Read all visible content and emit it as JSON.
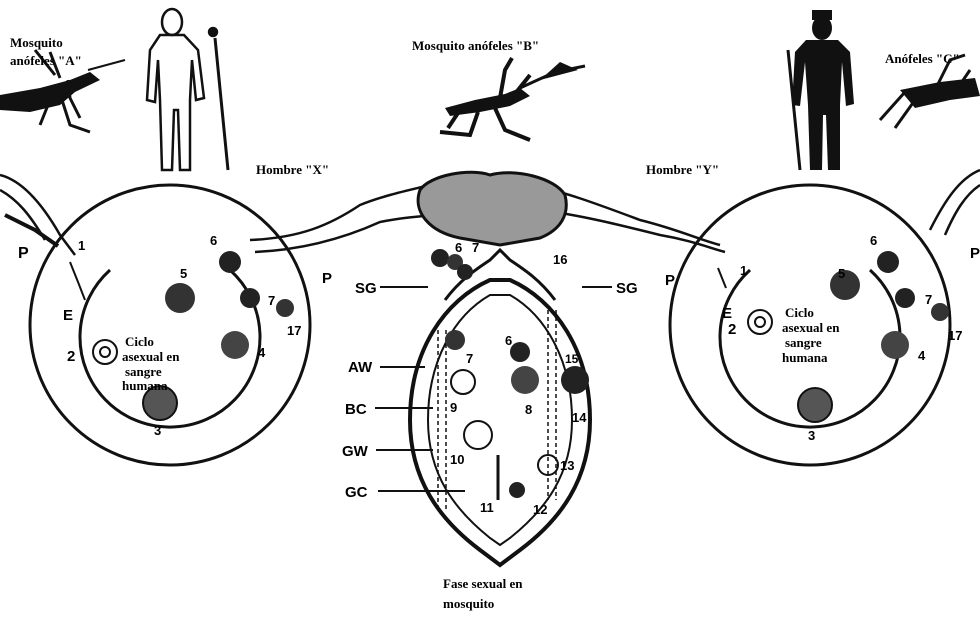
{
  "mosquitoes": {
    "a_line1": "Mosquito",
    "a_line2": "anófeles \"A\"",
    "b": "Mosquito anófeles \"B\"",
    "c": "Anófeles \"C\""
  },
  "men": {
    "x": "Hombre \"X\"",
    "y": "Hombre \"Y\""
  },
  "cycle_left": {
    "title_l1": "Ciclo",
    "title_l2": "asexual en",
    "title_l3": "sangre",
    "title_l4": "humana",
    "n1": "1",
    "n2": "2",
    "n3": "3",
    "n4": "4",
    "n5": "5",
    "n6": "6",
    "n7": "7",
    "n17": "17",
    "p_outer": "P",
    "p_inner": "P",
    "e": "E"
  },
  "cycle_right": {
    "title_l1": "Ciclo",
    "title_l2": "asexual en",
    "title_l3": "sangre",
    "title_l4": "humana",
    "n1": "1",
    "n2": "2",
    "n3": "3",
    "n4": "4",
    "n5": "5",
    "n6": "6",
    "n7": "7",
    "n17": "17",
    "p_inner": "P",
    "p_outer": "P",
    "e": "E"
  },
  "mosquito_body": {
    "sg_left": "SG",
    "sg_right": "SG",
    "aw": "AW",
    "bc": "BC",
    "gw": "GW",
    "gc": "GC",
    "n6": "6",
    "n7a": "7",
    "n7b": "7",
    "n6b": "6",
    "n8": "8",
    "n9": "9",
    "n10": "10",
    "n11": "11",
    "n12": "12",
    "n13": "13",
    "n14": "14",
    "n15": "15",
    "n16": "16"
  },
  "caption": {
    "line1": "Fase sexual en",
    "line2": "mosquito"
  }
}
